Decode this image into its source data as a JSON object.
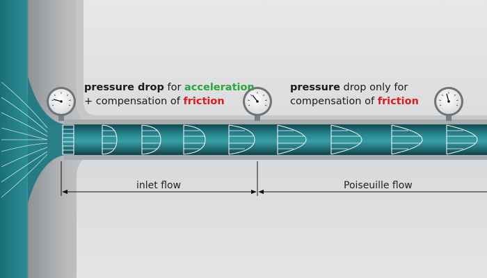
{
  "annotations": {
    "left": {
      "line1_bold": "pressure drop",
      "line1_mid": " for ",
      "line1_accent": "acceleration",
      "line2_prefix": "+ compensation of ",
      "line2_accent": "friction"
    },
    "right": {
      "line1_bold": "pressure",
      "line1_rest": " drop only for",
      "line2_prefix": "compensation of ",
      "line2_accent": "friction"
    }
  },
  "regions": {
    "inlet_label": "inlet flow",
    "poiseuille_label": "Poiseuille flow"
  },
  "colors": {
    "acceleration": "#2aa63a",
    "friction": "#e01b1b",
    "fluid": "#1e6f78",
    "wall": "#b9bbbd"
  },
  "gauges": [
    "pressure-gauge-1",
    "pressure-gauge-2",
    "pressure-gauge-3"
  ]
}
